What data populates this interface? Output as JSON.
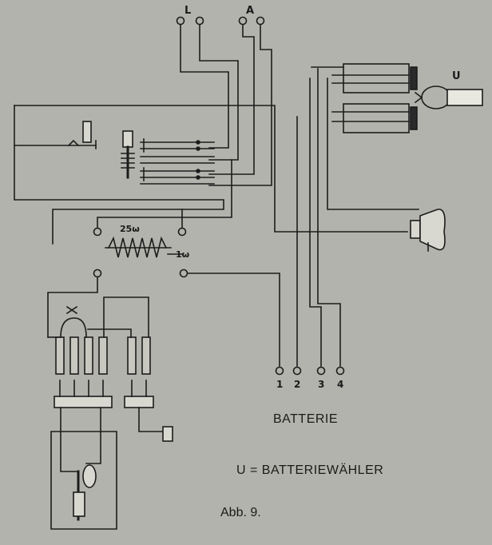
{
  "terminals": {
    "line": "L",
    "aux": "A"
  },
  "motor_label": "U",
  "resistor": {
    "main": "25ω",
    "small": "1ω"
  },
  "battery_taps": [
    "1",
    "2",
    "3",
    "4"
  ],
  "battery_caption": "BATTERIE",
  "legend": "U = BATTERIEWÄHLER",
  "figure": "Abb. 9."
}
